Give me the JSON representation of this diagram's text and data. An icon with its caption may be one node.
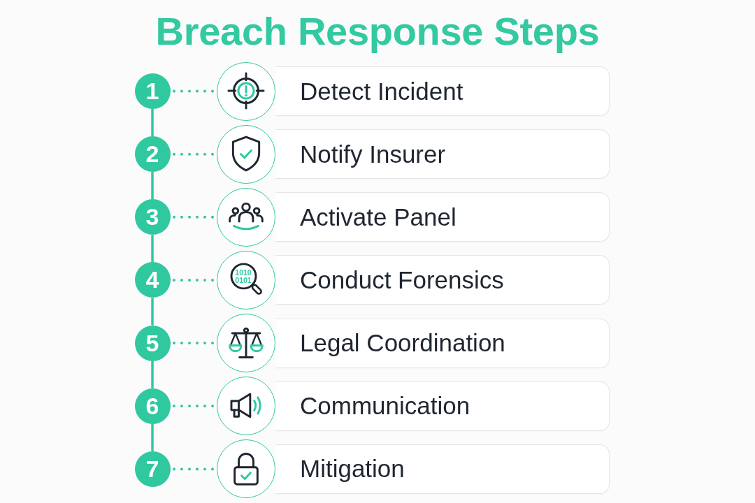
{
  "diagram": {
    "title": "Breach Response Steps",
    "nodes": [
      {
        "text": [
          "1"
        ]
      },
      {
        "text": [],
        "shape": "circle"
      },
      {
        "text": [
          "Detect Incident"
        ]
      },
      {
        "text": [
          "2"
        ]
      },
      {
        "text": [],
        "shape": "circle"
      },
      {
        "text": [
          "Notify Insurer"
        ]
      },
      {
        "text": [
          "3"
        ]
      },
      {
        "text": [],
        "shape": "circle"
      },
      {
        "text": [
          "Activate Panel"
        ]
      },
      {
        "text": [
          "4"
        ]
      },
      {
        "text": [],
        "shape": "circle"
      },
      {
        "text": [
          "Conduct Forensics"
        ]
      },
      {
        "text": [
          "5"
        ]
      },
      {
        "text": [],
        "shape": "circle"
      },
      {
        "text": [
          "Legal Coordination"
        ]
      },
      {
        "text": [
          "6"
        ]
      },
      {
        "text": [],
        "shape": "circle"
      },
      {
        "text": [
          "Communication"
        ]
      },
      {
        "text": [
          "7"
        ]
      },
      {
        "text": [],
        "shape": "circle"
      },
      {
        "text": [
          "Mitigation"
        ]
      }
    ],
    "edges": [
      {
        "from": 0,
        "to": 1,
        "arrow": "none",
        "style": "dashed"
      },
      {
        "from": 0,
        "to": 3,
        "arrow": "none"
      },
      {
        "from": 3,
        "to": 4,
        "arrow": "none",
        "style": "dashed"
      },
      {
        "from": 3,
        "to": 6,
        "arrow": "none"
      },
      {
        "from": 6,
        "to": 7,
        "arrow": "none",
        "style": "dashed"
      },
      {
        "from": 6,
        "to": 9,
        "arrow": "none"
      },
      {
        "from": 9,
        "to": 10,
        "arrow": "none",
        "style": "dashed"
      },
      {
        "from": 9,
        "to": 12,
        "arrow": "none"
      },
      {
        "from": 12,
        "to": 13,
        "arrow": "none",
        "style": "dashed"
      },
      {
        "from": 12,
        "to": 15,
        "arrow": "none"
      },
      {
        "from": 15,
        "to": 16,
        "arrow": "none",
        "style": "dashed"
      },
      {
        "from": 15,
        "to": 18,
        "arrow": "none"
      },
      {
        "from": 18,
        "to": 19,
        "arrow": "none",
        "style": "dashed"
      }
    ],
    "labels": [
      "1010 0101"
    ]
  }
}
